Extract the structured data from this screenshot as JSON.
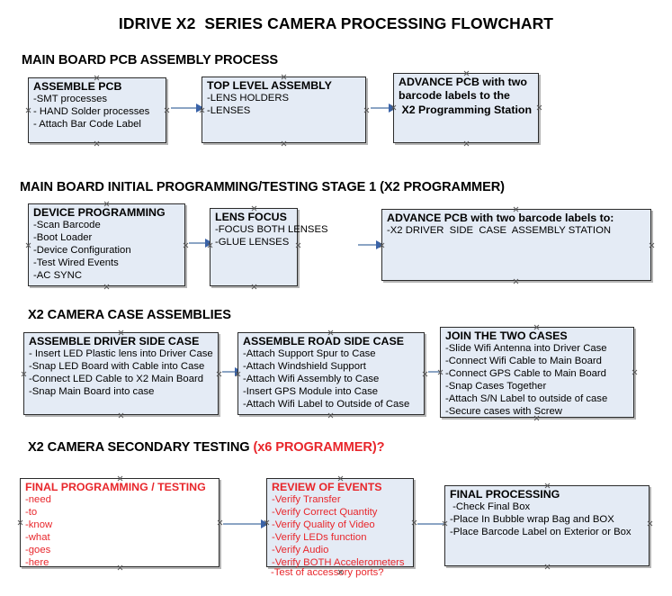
{
  "title": "IDRIVE X2  SERIES CAMERA PROCESSING FLOWCHART",
  "colors": {
    "box_fill": "#e4ebf5",
    "box_border": "#2b2b2b",
    "arrow_shaft": "#8ba4c4",
    "arrow_head": "#3a63a8",
    "red_accent": "#e8262b",
    "text": "#000000",
    "page_background": "#ffffff"
  },
  "sections": [
    {
      "heading": "MAIN BOARD PCB ASSEMBLY PROCESS",
      "heading_red_suffix": "",
      "boxes": [
        {
          "title": "ASSEMBLE PCB",
          "lines": [
            "-SMT processes",
            "- HAND Solder processes",
            "- Attach Bar Code Label"
          ]
        },
        {
          "title": "TOP LEVEL ASSEMBLY",
          "lines": [
            "-LENS HOLDERS",
            "-LENSES"
          ]
        },
        {
          "title": "ADVANCE PCB with two",
          "lines": [
            "barcode labels to the",
            " X2 Programming Station"
          ]
        }
      ]
    },
    {
      "heading": "MAIN BOARD INITIAL PROGRAMMING/TESTING STAGE 1 (X2 PROGRAMMER)",
      "heading_red_suffix": "",
      "boxes": [
        {
          "title": "DEVICE PROGRAMMING",
          "lines": [
            "-Scan Barcode",
            "-Boot Loader",
            "-Device Configuration",
            "-Test Wired Events",
            "-AC SYNC"
          ]
        },
        {
          "title": "LENS FOCUS",
          "lines": [
            "-FOCUS BOTH LENSES",
            "-GLUE LENSES"
          ]
        },
        {
          "title": "ADVANCE PCB with two barcode labels to:",
          "lines": [
            "-X2 DRIVER  SIDE  CASE  ASSEMBLY STATION"
          ]
        }
      ]
    },
    {
      "heading": "X2 CAMERA CASE ASSEMBLIES",
      "heading_red_suffix": "",
      "boxes": [
        {
          "title": "ASSEMBLE DRIVER SIDE CASE",
          "lines": [
            "- Insert LED Plastic lens into Driver Case",
            "-Snap LED Board with Cable into Case",
            "-Connect LED Cable to X2 Main Board",
            "-Snap Main Board into case"
          ]
        },
        {
          "title": "ASSEMBLE ROAD SIDE CASE",
          "lines": [
            "-Attach Support Spur to Case",
            "-Attach Windshield Support",
            "-Attach Wifi Assembly to Case",
            "-Insert GPS Module into Case",
            "-Attach Wifi Label to Outside of Case"
          ]
        },
        {
          "title": "JOIN THE TWO CASES",
          "lines": [
            "-Slide Wifi Antenna into Driver Case",
            "-Connect Wifi Cable to Main Board",
            "-Connect GPS Cable to Main Board",
            "-Snap Cases Together",
            "-Attach S/N Label to outside of case",
            "-Secure cases with Screw"
          ]
        }
      ]
    },
    {
      "heading": "X2 CAMERA SECONDARY TESTING ",
      "heading_red_suffix": "(x6 PROGRAMMER)?",
      "boxes": [
        {
          "title": "FINAL PROGRAMMING / TESTING",
          "lines": [
            "-need",
            "-to",
            "-know",
            "-what",
            "-goes",
            "-here"
          ]
        },
        {
          "title": "REVIEW OF EVENTS",
          "lines": [
            "-Verify Transfer",
            "-Verify Correct Quantity",
            "-Verify Quality of Video",
            "-Verify LEDs function",
            "-Verify Audio",
            "-Verify BOTH Accelerometers"
          ],
          "overflow_line": "-Test of accessory ports?"
        },
        {
          "title": "FINAL PROCESSING",
          "lines": [
            " -Check Final Box",
            "-Place In Bubble wrap Bag and BOX",
            "-Place Barcode Label on Exterior or Box"
          ]
        }
      ]
    }
  ]
}
